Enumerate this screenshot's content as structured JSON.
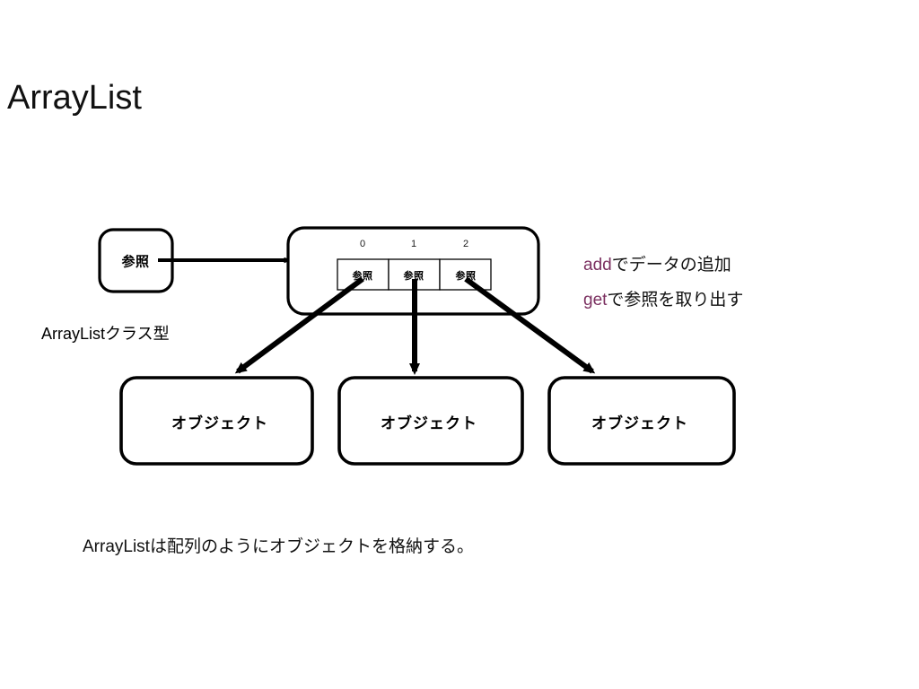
{
  "slide": {
    "title": "ArrayList",
    "background_color": "#ffffff",
    "ink_color": "#000000",
    "accent_color": "#7b3060"
  },
  "reference_box": {
    "label": "参照"
  },
  "arrow_to_list": {
    "name": "reference-to-list-arrow"
  },
  "list_container": {
    "type_label": "ArrayListクラス型",
    "indices": [
      "0",
      "1",
      "2"
    ],
    "cells": [
      {
        "index": "0",
        "label": "参照"
      },
      {
        "index": "1",
        "label": "参照"
      },
      {
        "index": "2",
        "label": "参照"
      }
    ]
  },
  "objects": [
    {
      "label": "オブジェクト"
    },
    {
      "label": "オブジェクト"
    },
    {
      "label": "オブジェクト"
    }
  ],
  "notes": [
    {
      "keyword": "add",
      "rest": "でデータの追加"
    },
    {
      "keyword": "get",
      "rest": "で参照を取り出す"
    }
  ],
  "caption": {
    "text": "ArrayListは配列のようにオブジェクトを格納する。"
  }
}
